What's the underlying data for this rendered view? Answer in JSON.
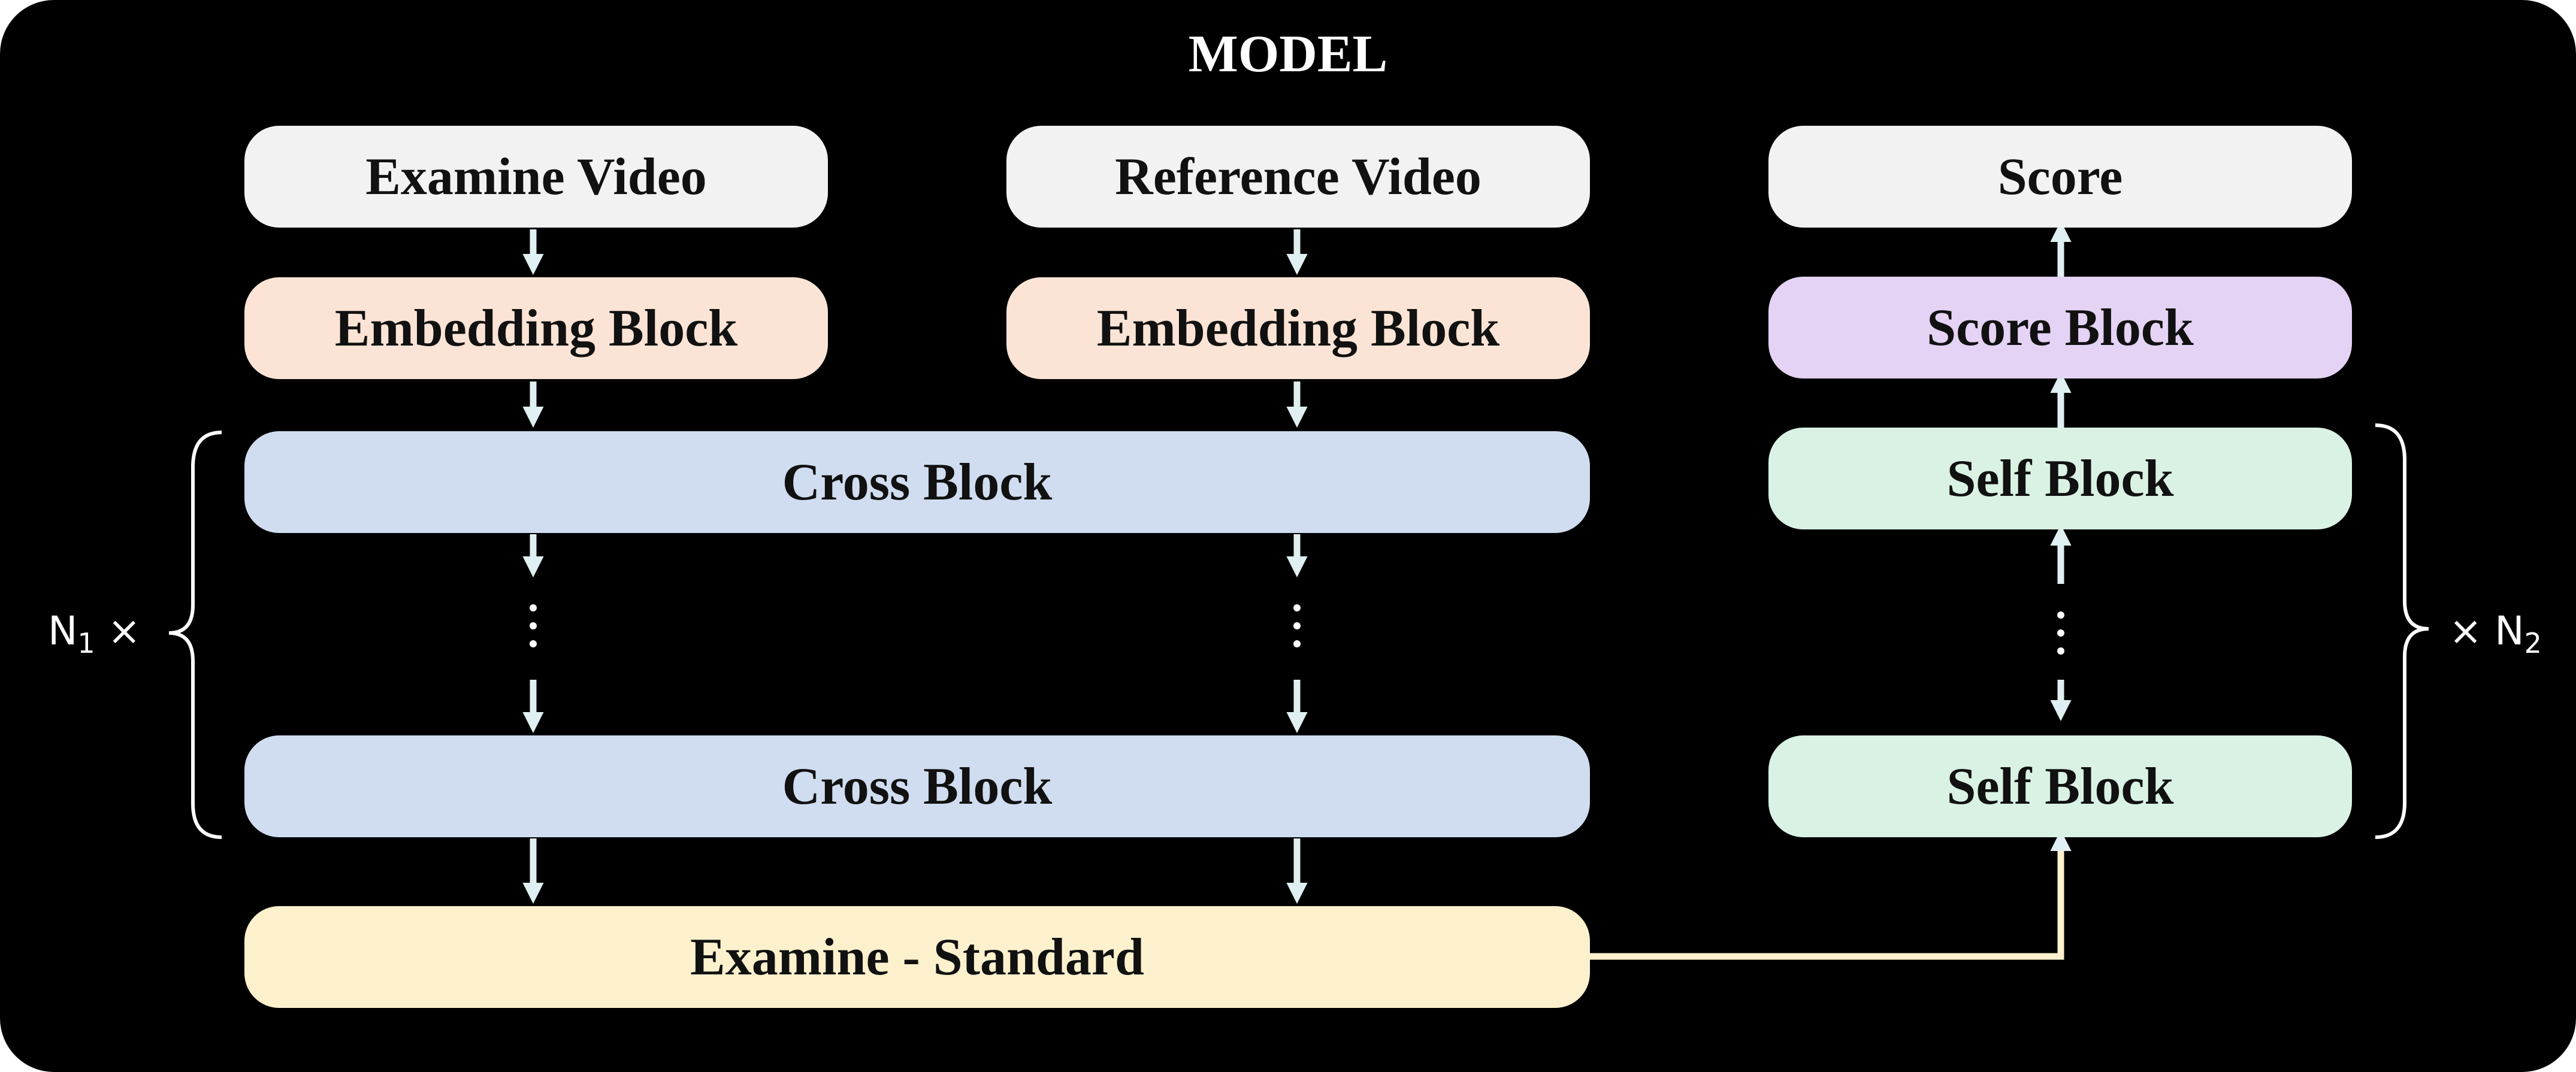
{
  "title": "MODEL",
  "left_branch": {
    "input": "Examine Video",
    "embedding": "Embedding Block"
  },
  "right_branch": {
    "input": "Reference Video",
    "embedding": "Embedding Block"
  },
  "cross_stack": {
    "top": "Cross Block",
    "bottom": "Cross Block",
    "repeat_label": "N",
    "repeat_sub": "1",
    "repeat_symbol": "×"
  },
  "merge": "Examine - Standard",
  "self_stack": {
    "top": "Self Block",
    "bottom": "Self Block",
    "repeat_label": "N",
    "repeat_sub": "2",
    "repeat_symbol": "×"
  },
  "score_block": "Score Block",
  "output": "Score",
  "colors": {
    "background": "#000000",
    "input_box": "#f2f2f2",
    "embedding_box": "#fbe4d5",
    "cross_box": "#d0ddf0",
    "self_box": "#d9f2e4",
    "score_box": "#e4d3f4",
    "merge_box": "#fdf1cd",
    "arrow": "#dfeff2",
    "connector": "#fdf1cd"
  }
}
